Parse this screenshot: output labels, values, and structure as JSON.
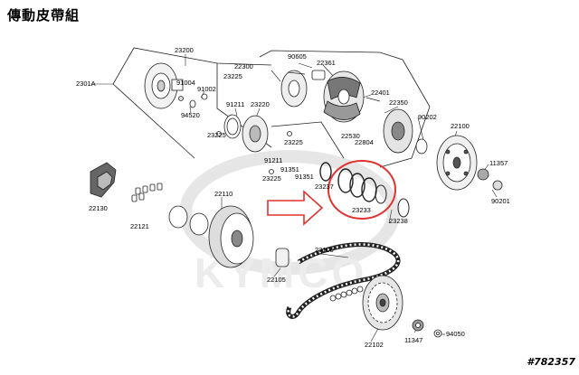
{
  "title": "傳動皮帶組",
  "watermark": "KYMCO",
  "image_id_badge": "#782357",
  "colors": {
    "highlight": "#e0332f",
    "line": "#222222",
    "watermark": "#e3e3e3"
  },
  "parts": {
    "p23200": "23200",
    "p2301A": "2301A",
    "p91004": "91004",
    "p91002": "91002",
    "p94520": "94520",
    "p23225a": "23225",
    "p91211a": "91211",
    "p23220": "23220",
    "p23225b": "23225",
    "p23225c": "23225",
    "p91211b": "91211",
    "p23225d": "23225",
    "p91351a": "91351",
    "p91351b": "91351",
    "p22300": "22300",
    "p90605": "90605",
    "p22361": "22361",
    "p22401": "22401",
    "p22350": "22350",
    "p22530": "22530",
    "p22804": "22804",
    "p90202": "90202",
    "p22100": "22100",
    "p11357a": "11357",
    "p90201": "90201",
    "p23237": "23237",
    "p23233": "23233",
    "p23238": "23238",
    "p22130": "22130",
    "p22121": "22121",
    "p22110": "22110",
    "p23100": "23100",
    "p22105": "22105",
    "p22102": "22102",
    "p11347": "11347",
    "p94050": "94050"
  }
}
